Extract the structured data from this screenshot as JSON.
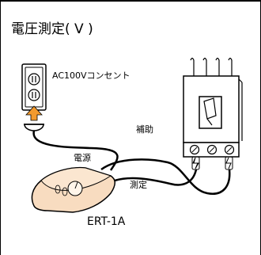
{
  "title": "電圧測定( V )",
  "labels": {
    "outlet": "AC100Vコンセント",
    "aux": "補助",
    "power": "電源",
    "measure": "測定",
    "device": "ERT-1A"
  },
  "colors": {
    "frame": "#000000",
    "device_body": "#f8dcc0",
    "plug_arrow": "#f29a2e"
  }
}
